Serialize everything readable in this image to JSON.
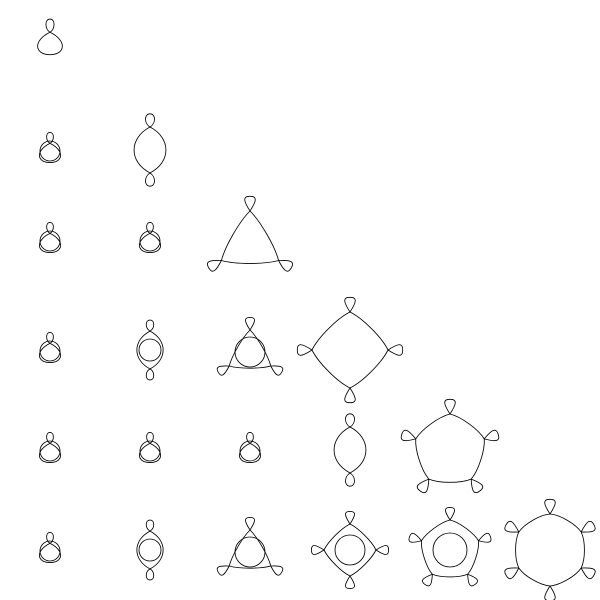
{
  "diagram": {
    "kind": "triangular grid of rolling-circle loop curves",
    "stroke_color": "#000000",
    "background_color": "#ffffff",
    "rows": [
      {
        "row": 1,
        "curves": [
          {
            "lobes": 1,
            "loops": 1
          }
        ]
      },
      {
        "row": 2,
        "curves": [
          {
            "lobes": 1,
            "loops": 1
          },
          {
            "lobes": 2,
            "loops": 2
          }
        ]
      },
      {
        "row": 3,
        "curves": [
          {
            "lobes": 1,
            "loops": 1
          },
          {
            "lobes": 1,
            "loops": 1
          },
          {
            "lobes": 3,
            "loops": 3
          }
        ]
      },
      {
        "row": 4,
        "curves": [
          {
            "lobes": 1,
            "loops": 1
          },
          {
            "lobes": 2,
            "loops": 2
          },
          {
            "lobes": 3,
            "loops": 3
          },
          {
            "lobes": 4,
            "loops": 4
          }
        ]
      },
      {
        "row": 5,
        "curves": [
          {
            "lobes": 1,
            "loops": 1
          },
          {
            "lobes": 1,
            "loops": 1
          },
          {
            "lobes": 1,
            "loops": 1
          },
          {
            "lobes": 2,
            "loops": 2
          },
          {
            "lobes": 5,
            "loops": 5
          }
        ]
      },
      {
        "row": 6,
        "curves": [
          {
            "lobes": 1,
            "loops": 1
          },
          {
            "lobes": 2,
            "loops": 2
          },
          {
            "lobes": 3,
            "loops": 3
          },
          {
            "lobes": 4,
            "loops": 4
          },
          {
            "lobes": 5,
            "loops": 5
          },
          {
            "lobes": 6,
            "loops": 6
          }
        ]
      }
    ]
  }
}
